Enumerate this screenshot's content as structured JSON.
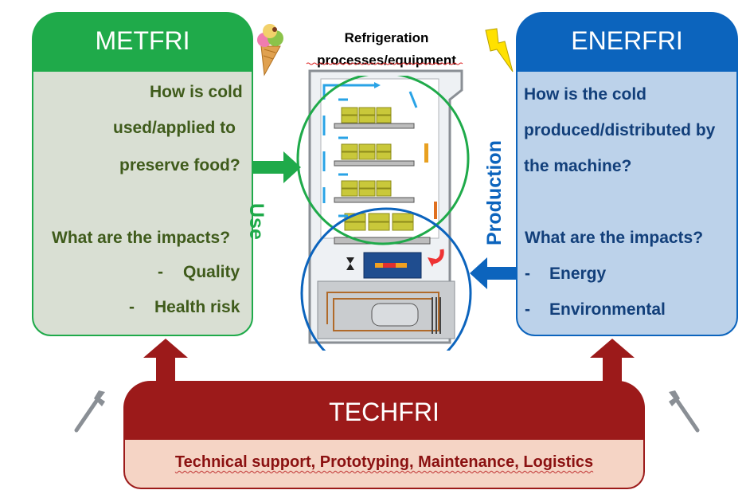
{
  "metfri": {
    "title": "METFRI",
    "q1": [
      "How is cold",
      "used/applied to",
      "preserve food?"
    ],
    "q2": "What are the impacts?",
    "items": [
      "Quality",
      "Health risk"
    ],
    "bullet": "-",
    "arrow_label": "Use",
    "color": "#1faa4a"
  },
  "enerfri": {
    "title": "ENERFRI",
    "q1": [
      "How is the cold",
      "produced/distributed by",
      "the machine?"
    ],
    "q2": "What are the impacts?",
    "items": [
      "Energy",
      "Environmental"
    ],
    "bullet": "-",
    "arrow_label": "Production",
    "color": "#0c64bd"
  },
  "techfri": {
    "title": "TECHFRI",
    "support": "Technical support, Prototyping, Maintenance, Logistics",
    "color": "#9c1a1a"
  },
  "equipment": {
    "title_line1": "Refrigeration",
    "title_line2": "processes/equipment"
  }
}
